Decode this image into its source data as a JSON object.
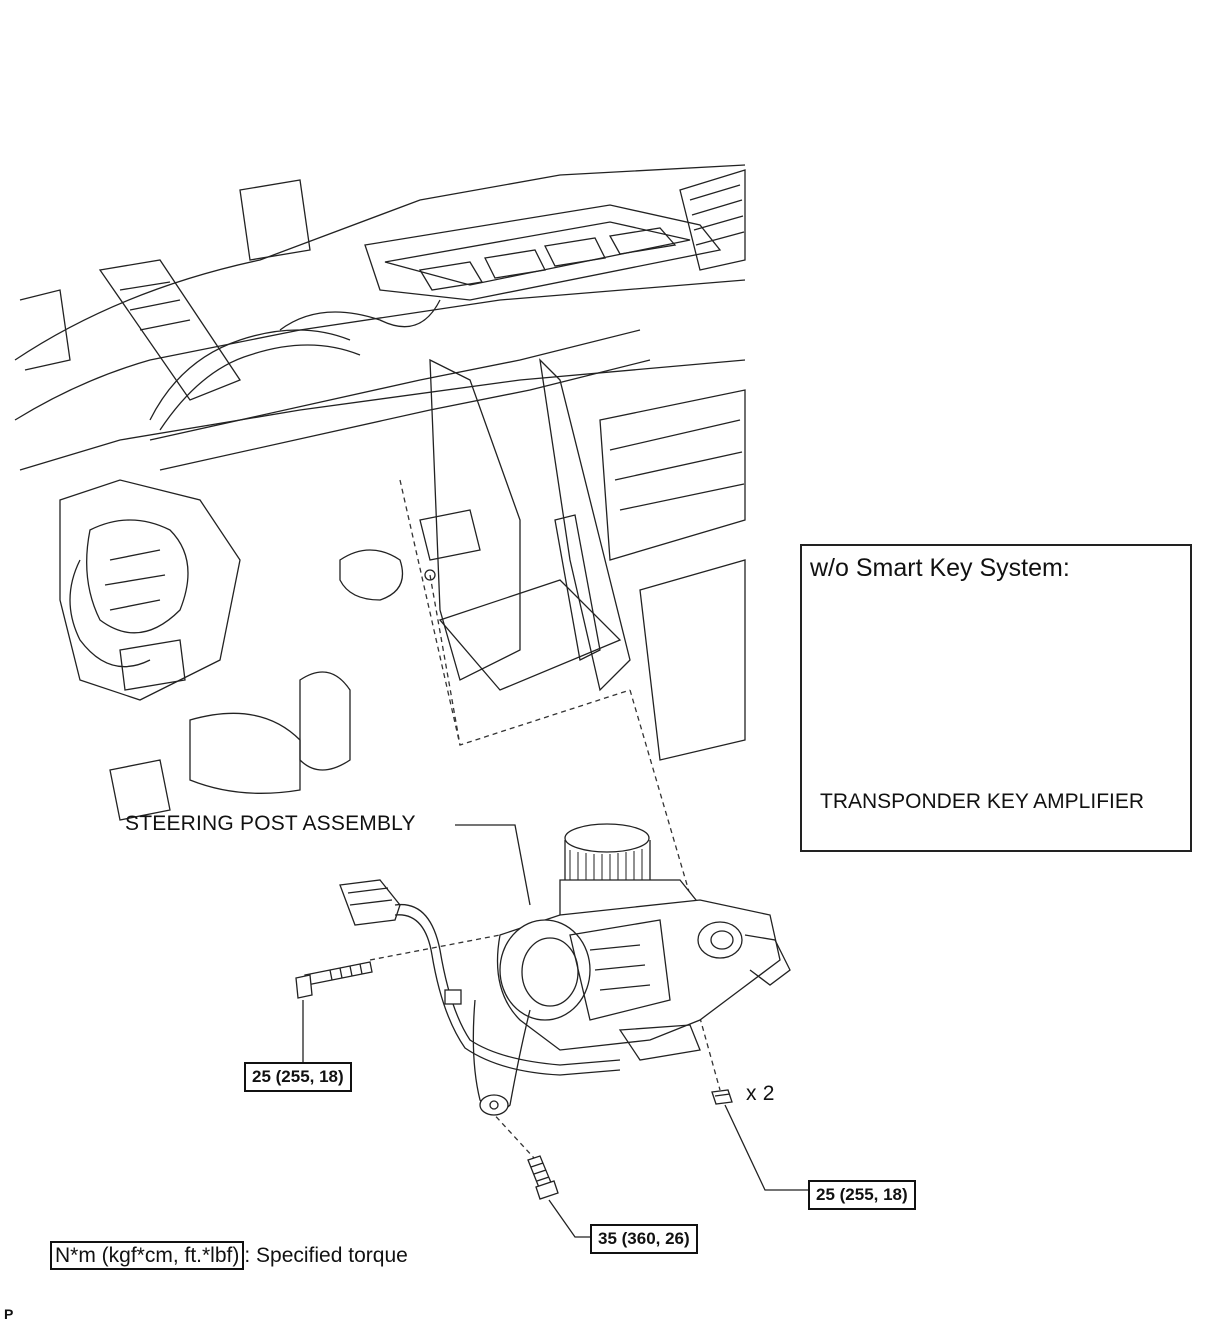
{
  "labels": {
    "steering_post_assembly": "STEERING POST ASSEMBLY",
    "bolt_quantity": "x 2"
  },
  "torque_values": {
    "side_bolt": "25 (255, 18)",
    "lower_bolt": "35 (360, 26)",
    "nut": "25 (255, 18)"
  },
  "inset": {
    "title": "w/o Smart Key System:",
    "part_label": "TRANSPONDER KEY AMPLIFIER"
  },
  "legend": {
    "unit_box": "N*m (kgf*cm, ft.*lbf)",
    "description": ": Specified torque"
  },
  "corner_mark": "P"
}
